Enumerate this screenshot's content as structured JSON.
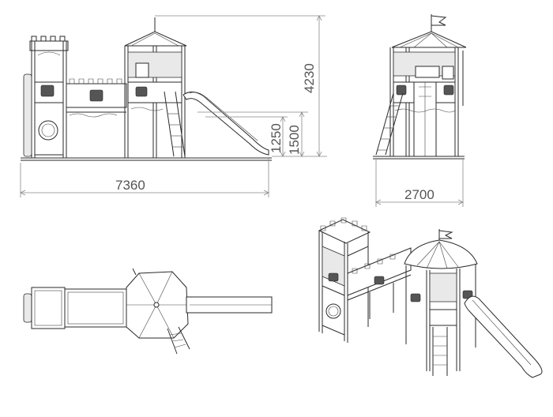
{
  "dimensions": {
    "width_front": "7360",
    "height_total": "4230",
    "platform_height_low": "1250",
    "platform_height_high": "1500",
    "width_side": "2700"
  },
  "colors": {
    "line": "#2a2a2a",
    "dimension": "#888888",
    "dimension_text": "#555555",
    "shade": "#e9e9e9"
  }
}
